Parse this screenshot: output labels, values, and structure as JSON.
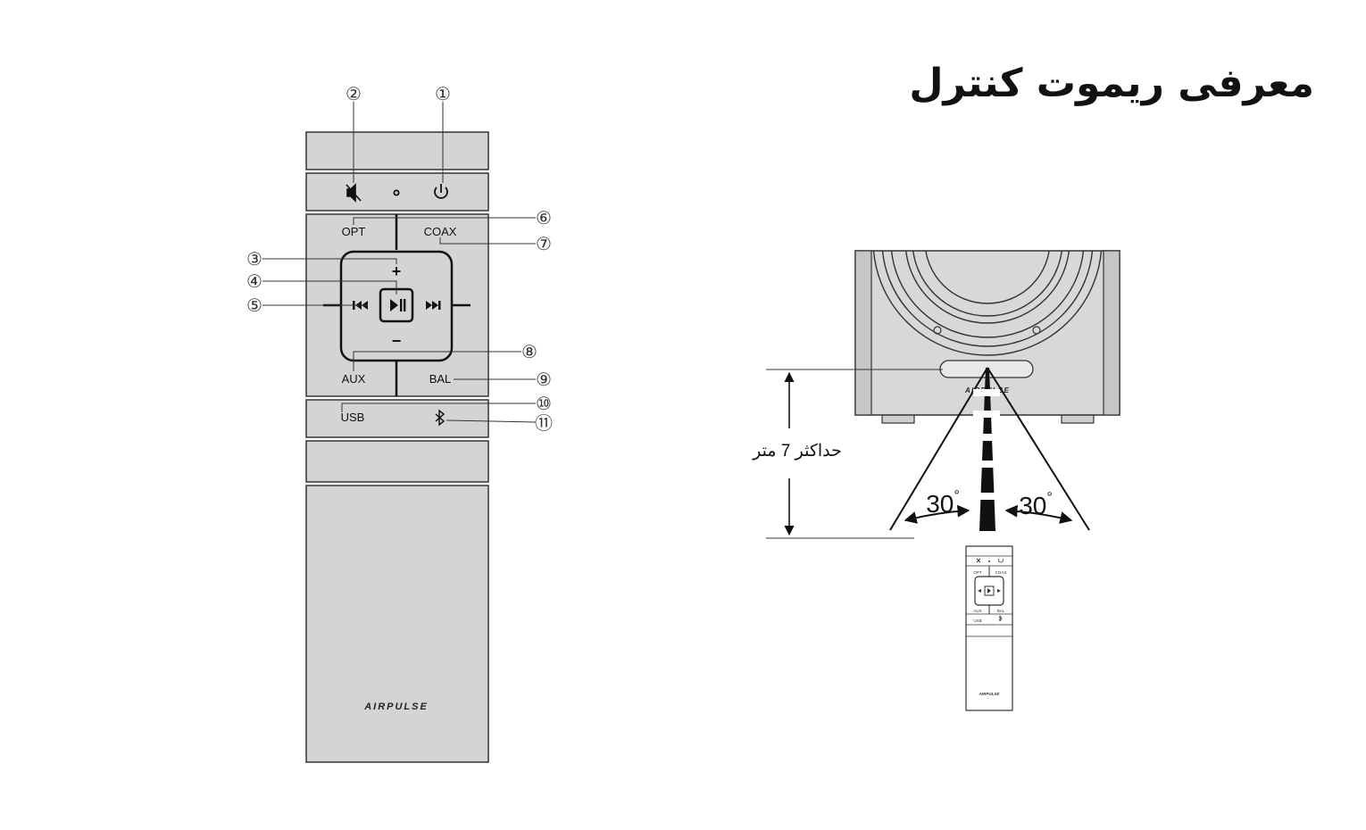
{
  "title": "معرفی ریموت کنترل",
  "remote": {
    "callouts": [
      "①",
      "②",
      "③",
      "④",
      "⑤",
      "⑥",
      "⑦",
      "⑧",
      "⑨",
      "⑩",
      "⑪"
    ],
    "labels": {
      "opt": "OPT",
      "coax": "COAX",
      "aux": "AUX",
      "bal": "BAL",
      "usb": "USB",
      "plus": "+",
      "minus": "−"
    },
    "brand": "AIRPULSE",
    "icons": [
      "mute-icon",
      "power-icon",
      "led-indicator",
      "volume-up-icon",
      "play-pause-icon",
      "previous-track-icon",
      "next-track-icon",
      "volume-down-icon",
      "bluetooth-icon"
    ]
  },
  "range": {
    "distance_label": "حداکثر 7 متر",
    "angle_left": "30",
    "angle_right": "30",
    "degree_symbol": "°",
    "speaker_brand": "AIRPULSE",
    "mini_remote_labels": {
      "opt": "OPT",
      "coax": "COAX",
      "aux": "AUX",
      "bal": "BAL",
      "usb": "USB",
      "brand": "AIRPULSE"
    }
  }
}
